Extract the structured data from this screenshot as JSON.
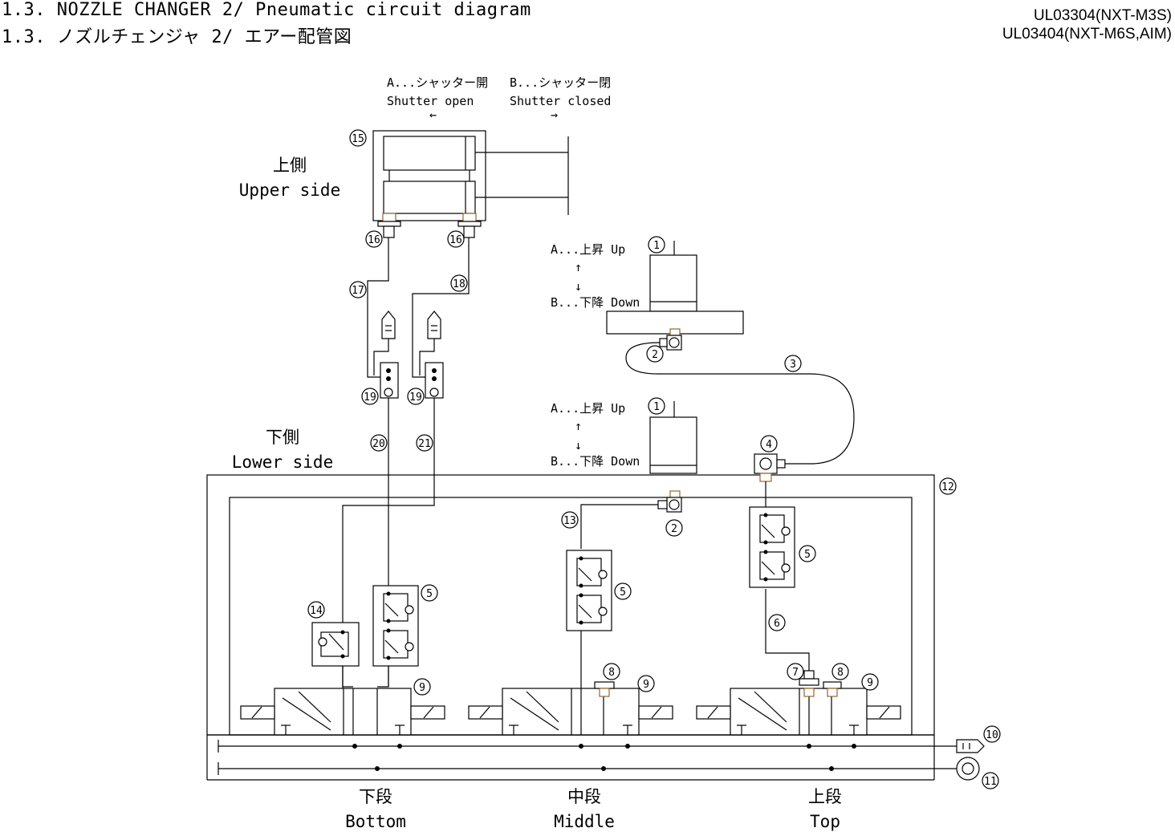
{
  "header": {
    "title_en": "1.3. NOZZLE CHANGER 2/ Pneumatic circuit diagram",
    "title_jp": "1.3. ノズルチェンジャ 2/ エアー配管図",
    "model_1": "UL03304(NXT-M3S)",
    "model_2": "UL03404(NXT-M6S,AIM)"
  },
  "shutter": {
    "a_jp": "A...シャッター開",
    "a_en": "Shutter open",
    "a_arrow": "←",
    "b_jp": "B...シャッター閉",
    "b_en": "Shutter closed",
    "b_arrow": "→"
  },
  "sides": {
    "upper_jp": "上側",
    "upper_en": "Upper side",
    "lower_jp": "下側",
    "lower_en": "Lower side"
  },
  "lift": {
    "a": "A...上昇 Up",
    "b": "B...下降 Down",
    "up_arrow": "↑",
    "down_arrow": "↓"
  },
  "stages": [
    {
      "jp": "下段",
      "en": "Bottom"
    },
    {
      "jp": "中段",
      "en": "Middle"
    },
    {
      "jp": "上段",
      "en": "Top"
    }
  ],
  "callouts": {
    "c1a": "1",
    "c1b": "1",
    "c2a": "2",
    "c2b": "2",
    "c3": "3",
    "c4": "4",
    "c5a": "5",
    "c5b": "5",
    "c5c": "5",
    "c6": "6",
    "c7": "7",
    "c8a": "8",
    "c8b": "8",
    "c9a": "9",
    "c9b": "9",
    "c9c": "9",
    "c10": "10",
    "c11": "11",
    "c12": "12",
    "c13": "13",
    "c14": "14",
    "c15": "15",
    "c16a": "16",
    "c16b": "16",
    "c17": "17",
    "c18": "18",
    "c19a": "19",
    "c19b": "19",
    "c20": "20",
    "c21": "21"
  },
  "colors": {
    "line": "#000000",
    "fitting": "#8a5a1a",
    "background": "#ffffff"
  }
}
